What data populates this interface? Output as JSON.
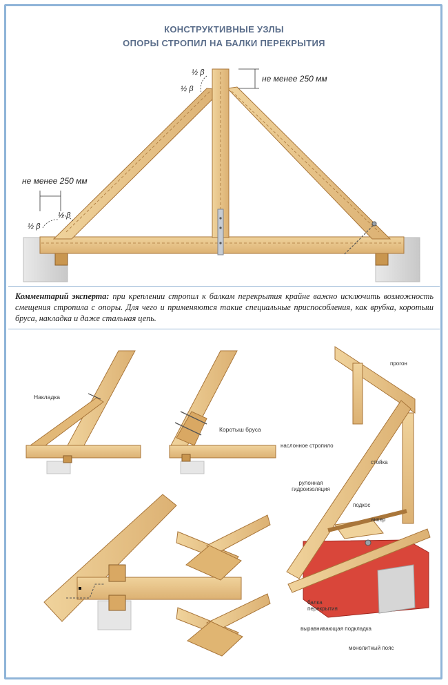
{
  "title": {
    "line1": "КОНСТРУКТИВНЫЕ УЗЛЫ",
    "line2": "ОПОРЫ СТРОПИЛ НА БАЛКИ ПЕРЕКРЫТИЯ"
  },
  "truss": {
    "dim_top": "не менее 250 мм",
    "dim_left": "не менее 250 мм",
    "angle_top_1": "½ β",
    "angle_top_2": "½ β",
    "angle_left_1": "½ β",
    "angle_left_2": "½ β"
  },
  "comment": {
    "lead": "Комментарий эксперта:",
    "text": " при креплении стропил к балкам перекрытия крайне важно исключить возможность смещения стропила с опоры. Для чего и применяются такие специальные приспособления, как врубка, коротыш бруса, накладка и даже стальная цепь."
  },
  "details": {
    "nakladka": "Накладка",
    "korotysh": "Коротыш бруса"
  },
  "iso_labels": {
    "progon": "прогон",
    "naslonnoe": "наслонное стропило",
    "stoyka": "стойка",
    "rulonnaya": "рулонная гидроизоляция",
    "podkos": "подкос",
    "anker": "анкер",
    "balka": "балка перекрытия",
    "podkladka": "выравнивающая подкладка",
    "poyas": "монолитный пояс"
  },
  "colors": {
    "wood": "#e8c58a",
    "wood_dark": "#c9964f",
    "wood_edge": "#a9763a",
    "brick": "#d9463a",
    "concrete": "#d6d6d6",
    "frame": "#8fb4d8",
    "title": "#5a6d8a"
  }
}
